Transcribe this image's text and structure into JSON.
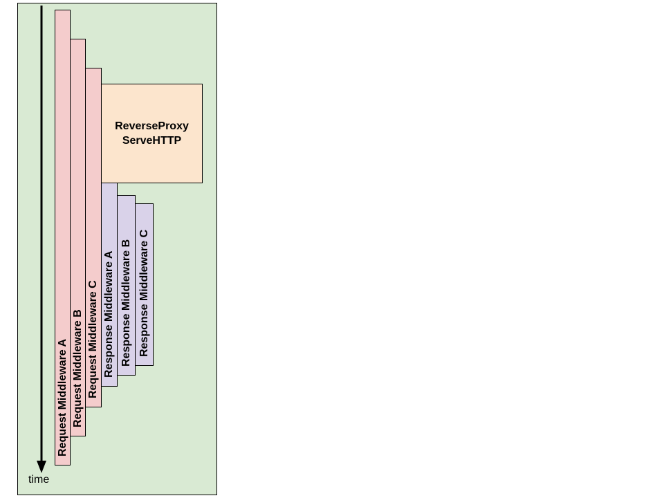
{
  "time_axis": {
    "label": "time"
  },
  "blocks": {
    "request_a": "Request Middleware A",
    "request_b": "Request Middleware B",
    "request_c": "Request Middleware C",
    "proxy_line1": "ReverseProxy",
    "proxy_line2": "ServeHTTP",
    "response_a": "Response Middleware A",
    "response_b": "Response Middleware B",
    "response_c": "Response Middleware C"
  },
  "colors": {
    "background": "#d9ead3",
    "request": "#f4cccc",
    "response": "#d9d2e9",
    "proxy": "#fce5cd"
  }
}
